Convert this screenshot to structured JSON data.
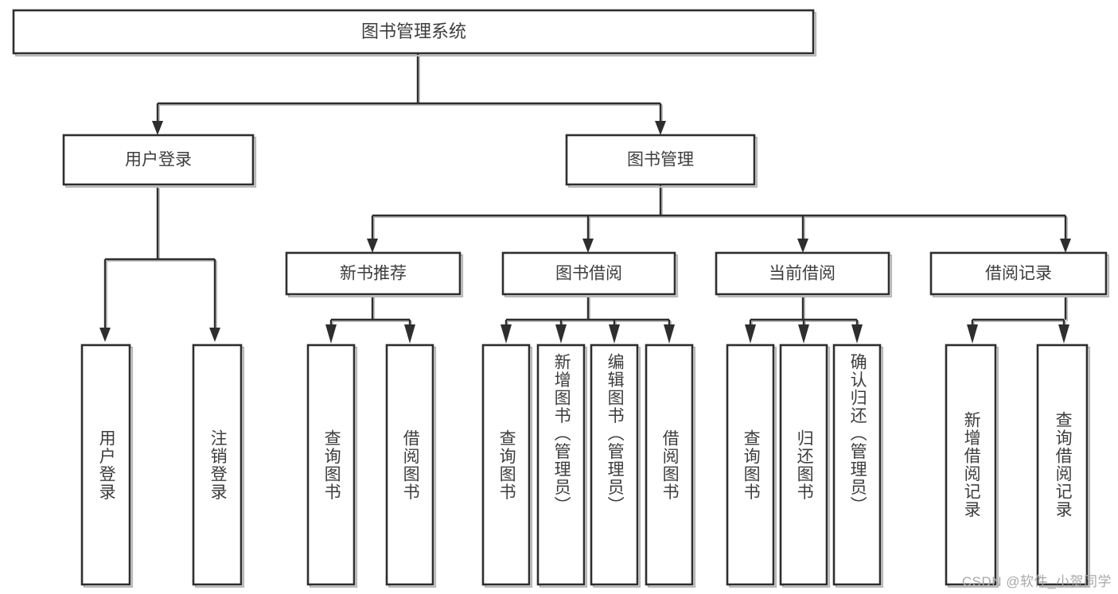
{
  "diagram": {
    "type": "tree",
    "title": "图书管理系统",
    "watermark": "CSDN @软件_小贺同学",
    "colors": {
      "box_border": "#2e2e2e",
      "box_fill": "#ffffff",
      "shadow": "#bdbdbd",
      "text": "#3d3d3d",
      "background": "#ffffff",
      "watermark": "#a8a8a8"
    },
    "levels": {
      "root": {
        "label": "图书管理系统"
      },
      "level2": [
        {
          "label": "用户登录"
        },
        {
          "label": "图书管理"
        }
      ],
      "level3": [
        {
          "label": "新书推荐"
        },
        {
          "label": "图书借阅"
        },
        {
          "label": "当前借阅"
        },
        {
          "label": "借阅记录"
        }
      ],
      "leaves_user_login": [
        {
          "label": "用户登录"
        },
        {
          "label": "注销登录"
        }
      ],
      "leaves_new_book": [
        {
          "label": "查询图书"
        },
        {
          "label": "借阅图书"
        }
      ],
      "leaves_borrow": [
        {
          "label": "查询图书"
        },
        {
          "label": "新增图书（管理员）"
        },
        {
          "label": "编辑图书（管理员）"
        },
        {
          "label": "借阅图书"
        }
      ],
      "leaves_current": [
        {
          "label": "查询图书"
        },
        {
          "label": "归还图书"
        },
        {
          "label": "确认归还（管理员）"
        }
      ],
      "leaves_records": [
        {
          "label": "新增借阅记录"
        },
        {
          "label": "查询借阅记录"
        }
      ]
    },
    "edges": [
      {
        "from": "图书管理系统",
        "to": "用户登录"
      },
      {
        "from": "图书管理系统",
        "to": "图书管理"
      },
      {
        "from": "用户登录",
        "to": "用户登录"
      },
      {
        "from": "用户登录",
        "to": "注销登录"
      },
      {
        "from": "图书管理",
        "to": "新书推荐"
      },
      {
        "from": "图书管理",
        "to": "图书借阅"
      },
      {
        "from": "图书管理",
        "to": "当前借阅"
      },
      {
        "from": "图书管理",
        "to": "借阅记录"
      },
      {
        "from": "新书推荐",
        "to": "查询图书"
      },
      {
        "from": "新书推荐",
        "to": "借阅图书"
      },
      {
        "from": "图书借阅",
        "to": "查询图书"
      },
      {
        "from": "图书借阅",
        "to": "新增图书（管理员）"
      },
      {
        "from": "图书借阅",
        "to": "编辑图书（管理员）"
      },
      {
        "from": "图书借阅",
        "to": "借阅图书"
      },
      {
        "from": "当前借阅",
        "to": "查询图书"
      },
      {
        "from": "当前借阅",
        "to": "归还图书"
      },
      {
        "from": "当前借阅",
        "to": "确认归还（管理员）"
      },
      {
        "from": "借阅记录",
        "to": "新增借阅记录"
      },
      {
        "from": "借阅记录",
        "to": "查询借阅记录"
      }
    ]
  }
}
